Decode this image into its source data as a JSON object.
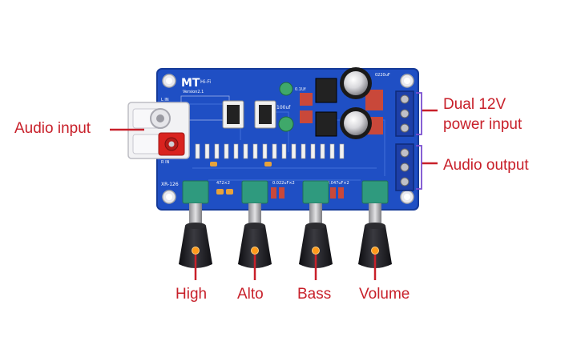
{
  "labels": {
    "audio_input": "Audio input",
    "dual_power": "Dual 12V power input",
    "audio_output": "Audio output",
    "high": "High",
    "alto": "Alto",
    "bass": "Bass",
    "volume": "Volume"
  },
  "board_markings": {
    "logo": "MT",
    "hifi": "Hi-Fi",
    "version": "Version2.1",
    "model": "XR-126",
    "l_in": "L IN",
    "r_in": "R IN",
    "cap_100uf": "100uf",
    "cap_0_1uf": "0.1Uf",
    "cap_0220": "0220uF",
    "res_472": "472×2",
    "res_0022": "0.022uF×2",
    "res_0047": "0.047uF×2"
  },
  "colors": {
    "label_red": "#c8202a",
    "pcb_blue": "#1f4fc4",
    "pot_green": "#2f9a7e",
    "knob_black": "#1e1e22",
    "led_orange": "#ff9a1a",
    "rca_red": "#d9231f"
  }
}
